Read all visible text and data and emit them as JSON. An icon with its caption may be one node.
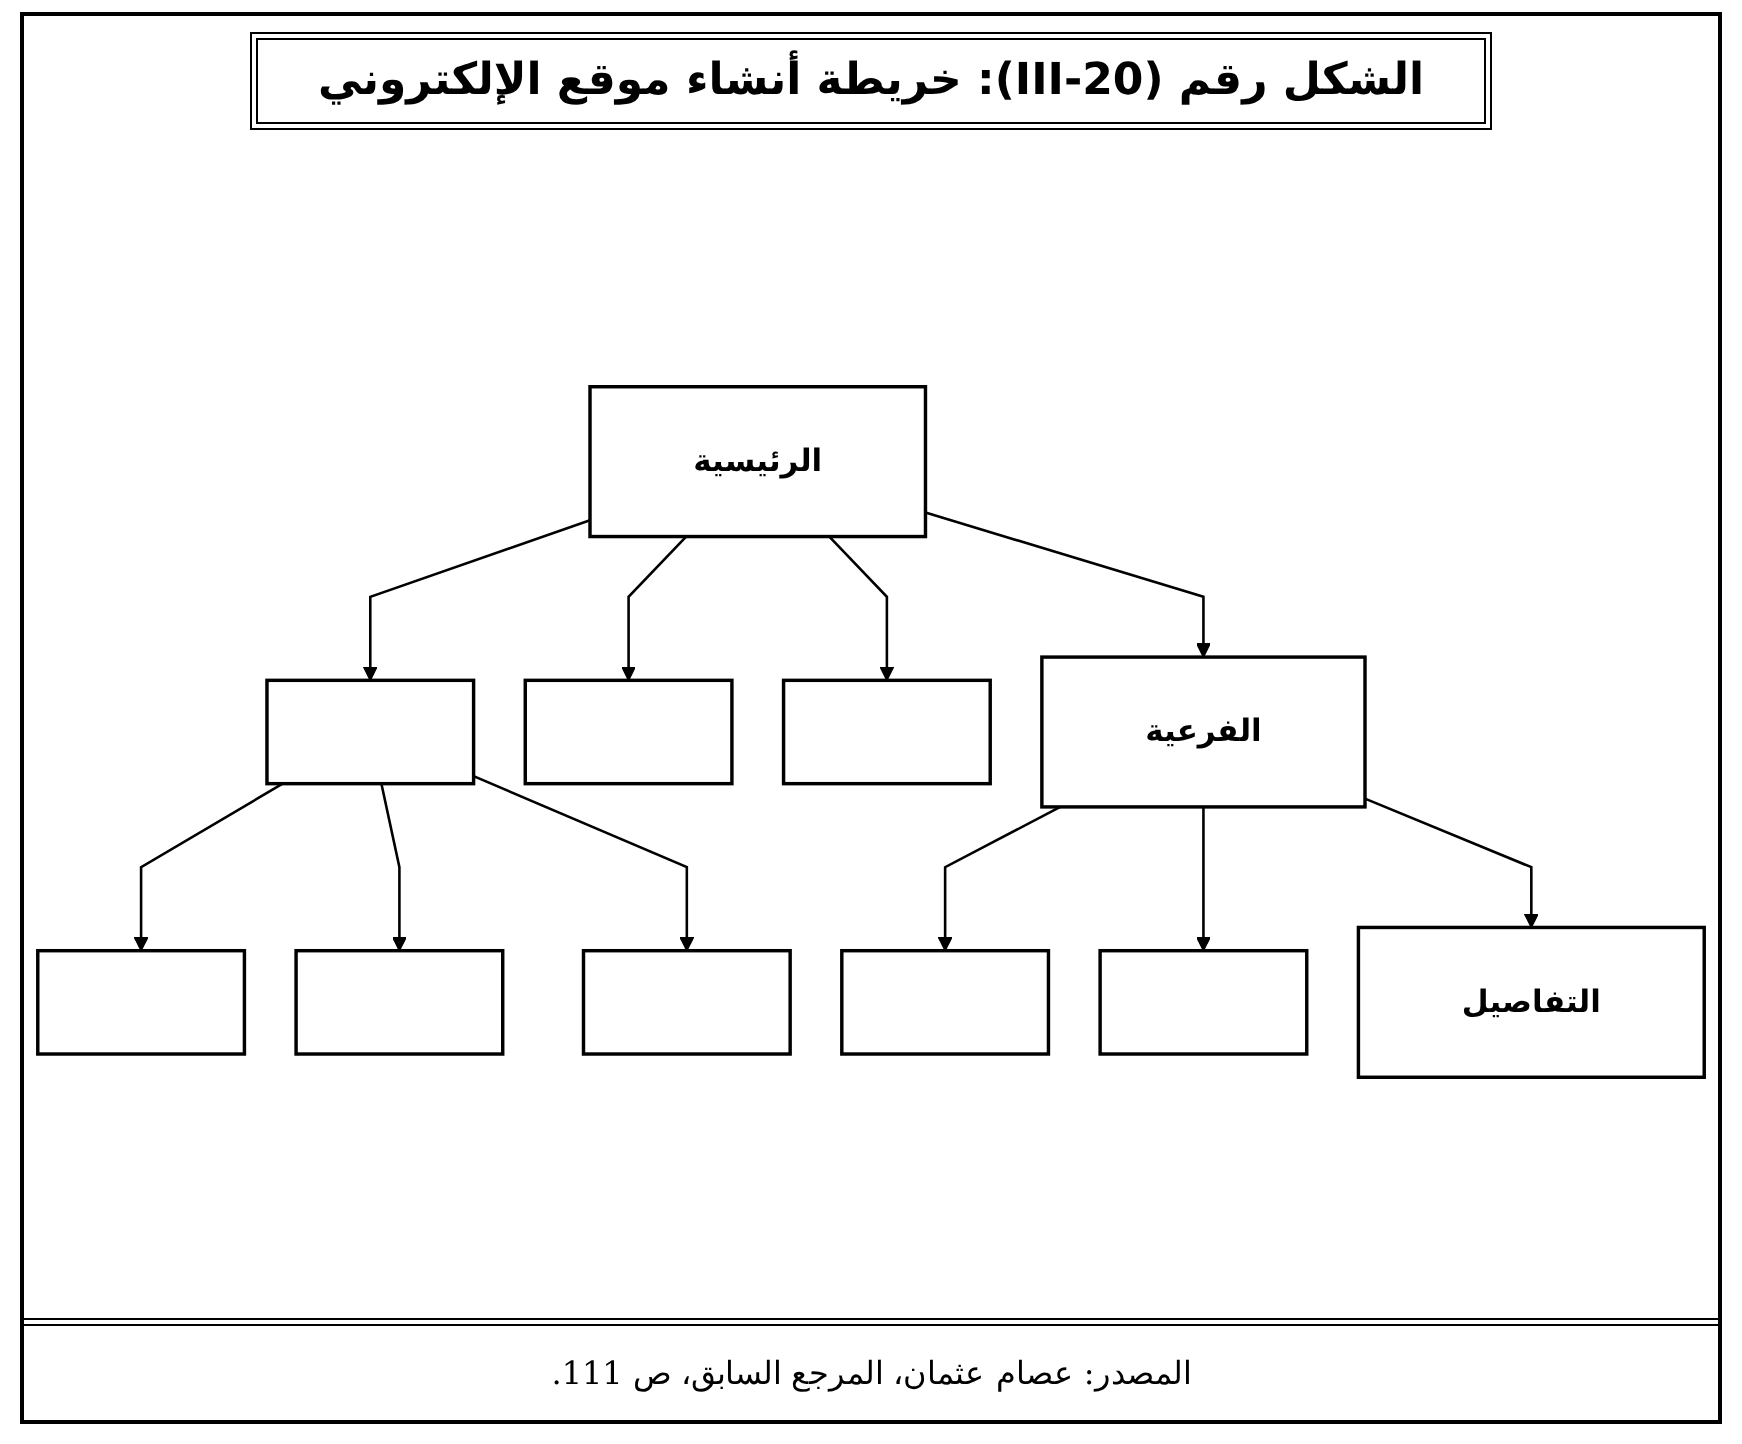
{
  "diagram": {
    "title": "الشكل رقم (20-III): خريطة أنشاء موقع الإلكتروني",
    "caption": "المصدر: عصام عثمان، المرجع السابق، ص 111.",
    "nodes": [
      {
        "text": [
          "الرئيسية"
        ]
      },
      {
        "text": [],
        "shape": "box"
      },
      {
        "text": [],
        "shape": "box"
      },
      {
        "text": [],
        "shape": "box"
      },
      {
        "text": [
          "الفرعية"
        ]
      },
      {
        "text": [],
        "shape": "box"
      },
      {
        "text": [],
        "shape": "box"
      },
      {
        "text": [],
        "shape": "box"
      },
      {
        "text": [],
        "shape": "box"
      },
      {
        "text": [],
        "shape": "box"
      },
      {
        "text": [
          "التفاصيل"
        ]
      }
    ],
    "edges": [
      {
        "from": 0,
        "to": 1,
        "arrow": "to"
      },
      {
        "from": 0,
        "to": 2,
        "arrow": "to"
      },
      {
        "from": 0,
        "to": 3,
        "arrow": "to"
      },
      {
        "from": 0,
        "to": 4,
        "arrow": "to"
      },
      {
        "from": 1,
        "to": 5,
        "arrow": "to"
      },
      {
        "from": 1,
        "to": 6,
        "arrow": "to"
      },
      {
        "from": 1,
        "to": 7,
        "arrow": "to"
      },
      {
        "from": 4,
        "to": 8,
        "arrow": "to"
      },
      {
        "from": 4,
        "to": 9,
        "arrow": "to"
      },
      {
        "from": 4,
        "to": 10,
        "arrow": "to"
      }
    ]
  }
}
